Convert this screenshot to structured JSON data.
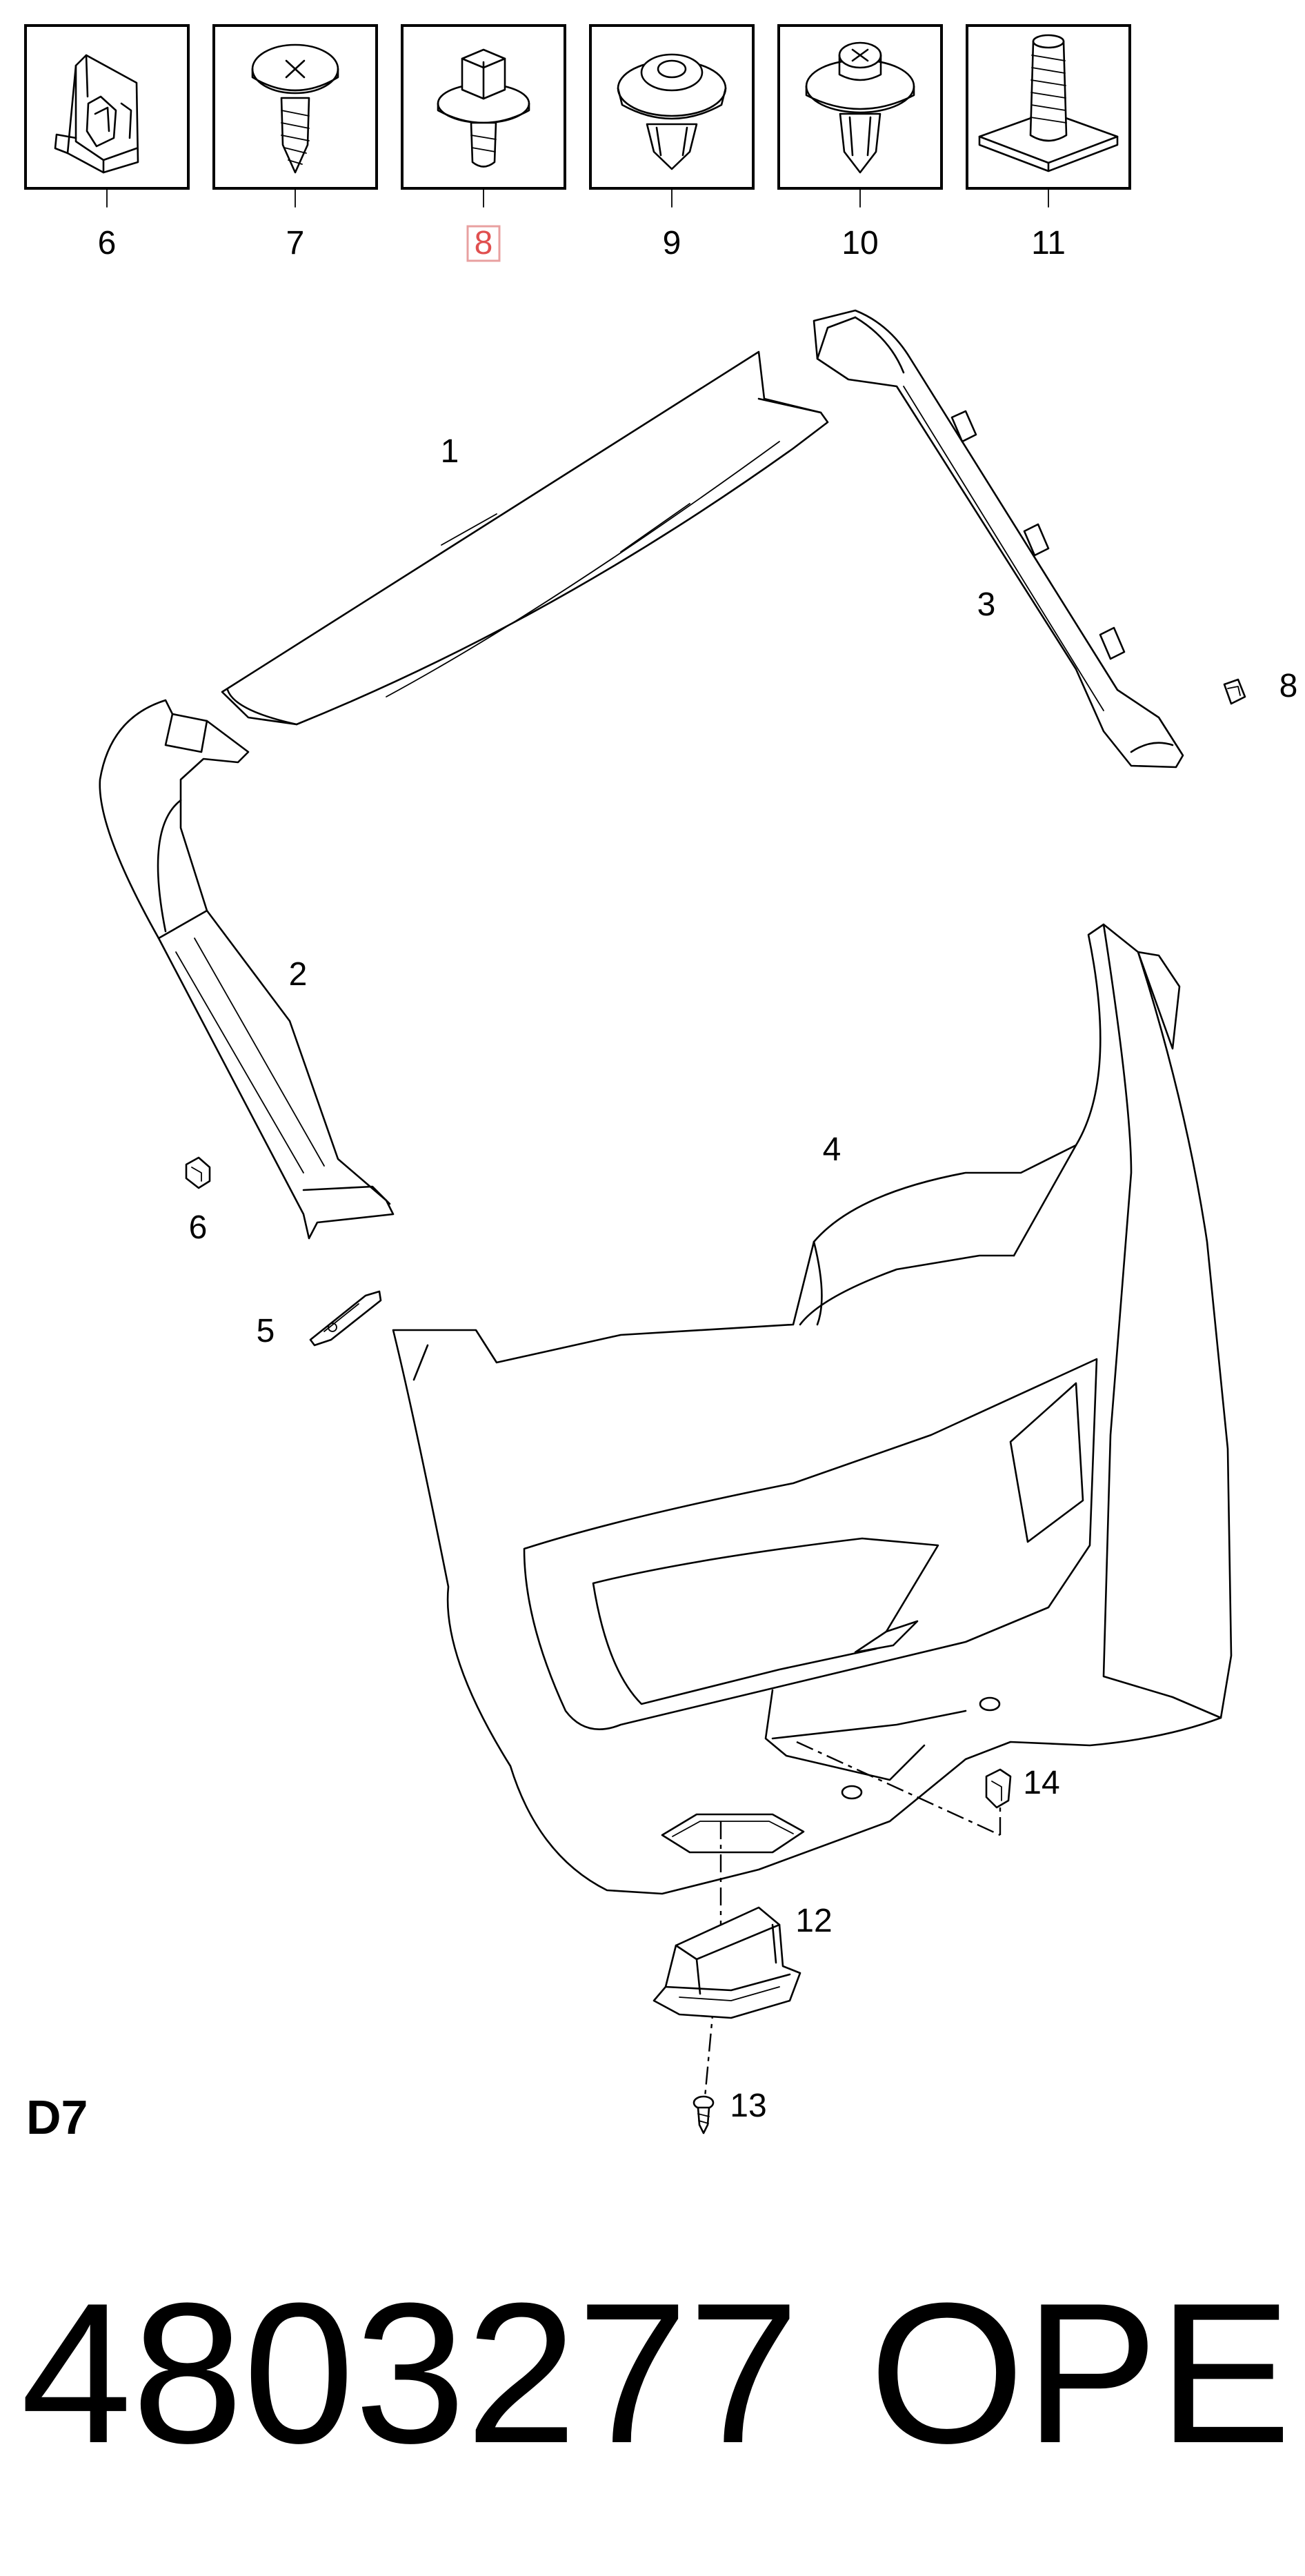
{
  "highlight_color": "#e05050",
  "fastener_strip": [
    {
      "number": "6",
      "icon": "spring-clip-icon",
      "highlighted": false
    },
    {
      "number": "7",
      "icon": "phillips-screw-icon",
      "highlighted": false
    },
    {
      "number": "8",
      "icon": "hex-flange-bolt-icon",
      "highlighted": true
    },
    {
      "number": "9",
      "icon": "push-rivet-icon",
      "highlighted": false
    },
    {
      "number": "10",
      "icon": "phillips-push-clip-icon",
      "highlighted": false
    },
    {
      "number": "11",
      "icon": "square-base-stud-icon",
      "highlighted": false
    }
  ],
  "callouts": {
    "c1": "1",
    "c2": "2",
    "c3": "3",
    "c4": "4",
    "c5": "5",
    "c6": "6",
    "c8": "8",
    "c12": "12",
    "c13": "13",
    "c14": "14"
  },
  "section_code": "D7",
  "part_number": "4803277",
  "brand": "OPEL"
}
